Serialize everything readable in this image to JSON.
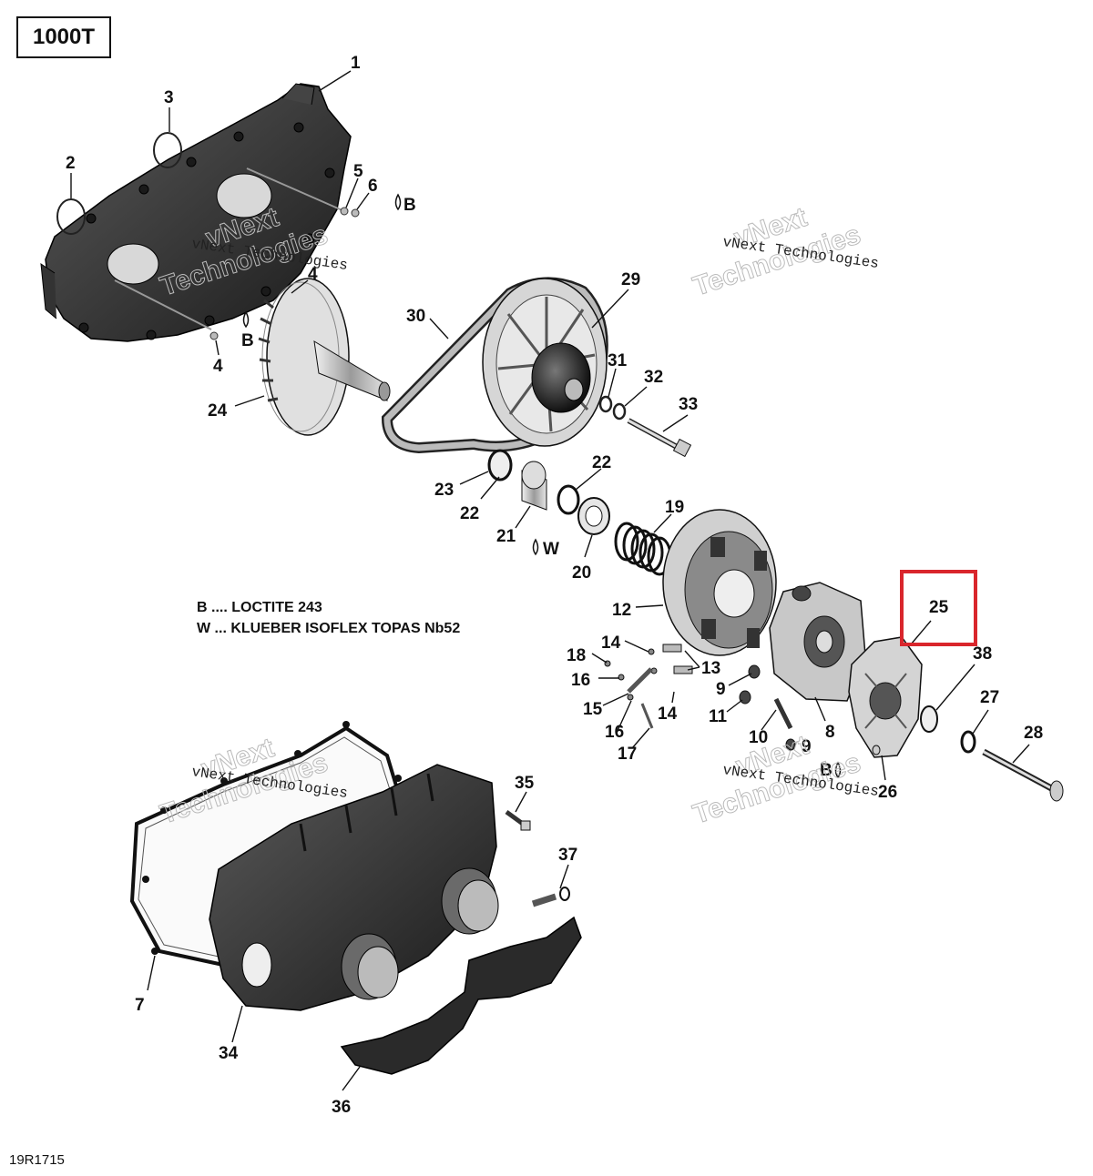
{
  "model": "1000T",
  "figure_code": "19R1715",
  "legend": [
    "B .... LOCTITE 243",
    "W ... KLUEBER ISOFLEX TOPAS Nb52"
  ],
  "watermark": {
    "name": "vNext Technologies",
    "word1": "vNext",
    "word2": "Technologies"
  },
  "adhesive_marks": {
    "b": "B",
    "w": "W"
  },
  "callouts": [
    "1",
    "2",
    "3",
    "4",
    "4",
    "5",
    "6",
    "7",
    "8",
    "9",
    "9",
    "10",
    "11",
    "12",
    "13",
    "14",
    "14",
    "15",
    "16",
    "16",
    "17",
    "18",
    "19",
    "20",
    "21",
    "22",
    "22",
    "23",
    "24",
    "25",
    "26",
    "27",
    "28",
    "29",
    "30",
    "31",
    "32",
    "33",
    "34",
    "35",
    "36",
    "37",
    "38"
  ],
  "highlight": {
    "label": "25",
    "color": "#d9262c"
  },
  "colors": {
    "part_dark": "#2b2b2b",
    "part_mid": "#6b6b6b",
    "part_light": "#cfcfcf"
  }
}
